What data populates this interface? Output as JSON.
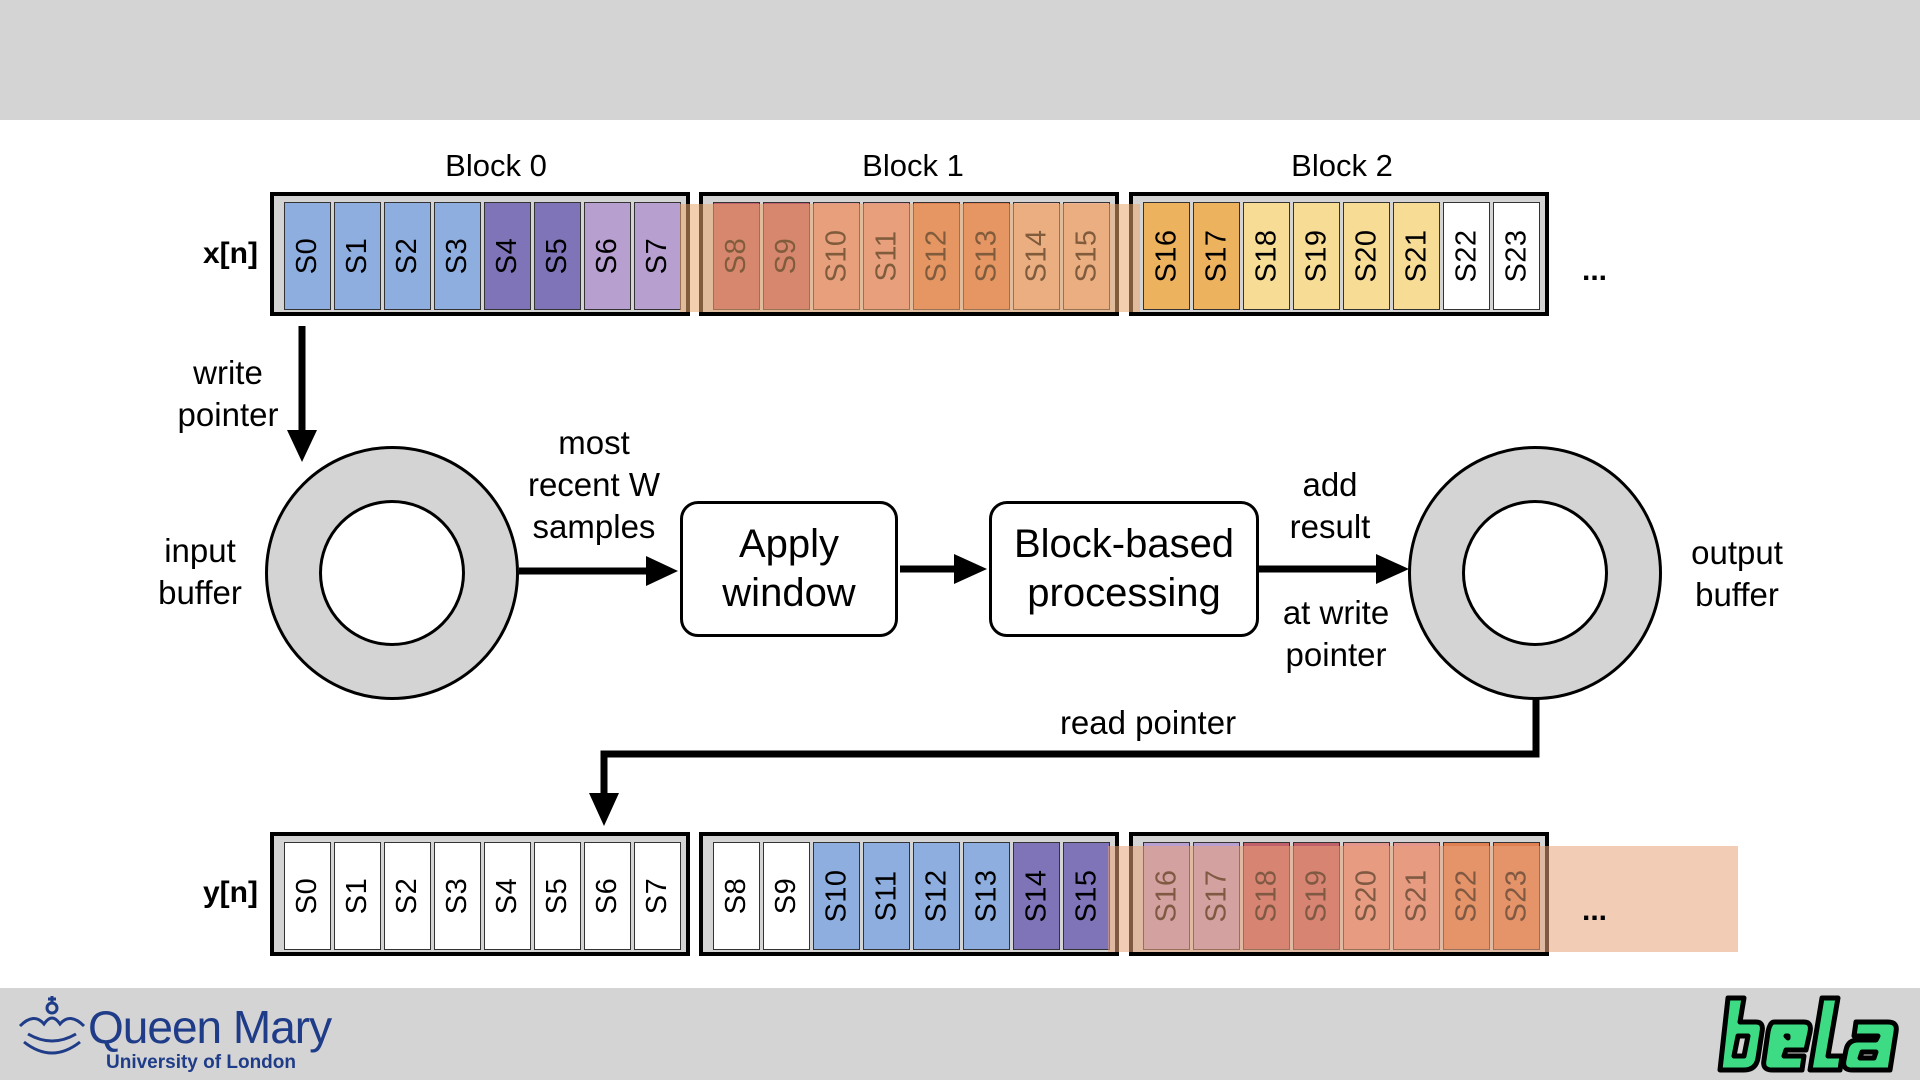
{
  "blocks": [
    {
      "label": "Block 0"
    },
    {
      "label": "Block 1"
    },
    {
      "label": "Block 2"
    }
  ],
  "xrow": {
    "label": "x[n]",
    "ellipsis": "...",
    "cells": [
      {
        "text": "S0",
        "color": "#8faee0",
        "overlay": false
      },
      {
        "text": "S1",
        "color": "#8faee0",
        "overlay": false
      },
      {
        "text": "S2",
        "color": "#8faee0",
        "overlay": false
      },
      {
        "text": "S3",
        "color": "#8faee0",
        "overlay": false
      },
      {
        "text": "S4",
        "color": "#7f74b8",
        "overlay": false
      },
      {
        "text": "S5",
        "color": "#7f74b8",
        "overlay": false
      },
      {
        "text": "S6",
        "color": "#b7a0cf",
        "overlay": false
      },
      {
        "text": "S7",
        "color": "#b7a0cf",
        "overlay": false
      },
      {
        "text": "S8",
        "color": "#c0616b",
        "overlay": true
      },
      {
        "text": "S9",
        "color": "#c0616b",
        "overlay": true
      },
      {
        "text": "S10",
        "color": "#e4968c",
        "overlay": true
      },
      {
        "text": "S11",
        "color": "#e4968c",
        "overlay": true
      },
      {
        "text": "S12",
        "color": "#df8153",
        "overlay": true
      },
      {
        "text": "S13",
        "color": "#df8153",
        "overlay": true
      },
      {
        "text": "S14",
        "color": "#edb595",
        "overlay": true
      },
      {
        "text": "S15",
        "color": "#edb595",
        "overlay": true
      },
      {
        "text": "S16",
        "color": "#ecb25e",
        "overlay": true
      },
      {
        "text": "S17",
        "color": "#ecb25e",
        "overlay": true
      },
      {
        "text": "S18",
        "color": "#f7dc96",
        "overlay": false
      },
      {
        "text": "S19",
        "color": "#f7dc96",
        "overlay": false
      },
      {
        "text": "S20",
        "color": "#f7dc96",
        "overlay": false
      },
      {
        "text": "S21",
        "color": "#f7dc96",
        "overlay": false
      },
      {
        "text": "S22",
        "color": "#ffffff",
        "overlay": false
      },
      {
        "text": "S23",
        "color": "#ffffff",
        "overlay": false
      }
    ]
  },
  "yrow": {
    "label": "y[n]",
    "ellipsis": "...",
    "cells": [
      {
        "text": "S0",
        "color": "#ffffff",
        "overlay": false
      },
      {
        "text": "S1",
        "color": "#ffffff",
        "overlay": false
      },
      {
        "text": "S2",
        "color": "#ffffff",
        "overlay": false
      },
      {
        "text": "S3",
        "color": "#ffffff",
        "overlay": false
      },
      {
        "text": "S4",
        "color": "#ffffff",
        "overlay": false
      },
      {
        "text": "S5",
        "color": "#ffffff",
        "overlay": false
      },
      {
        "text": "S6",
        "color": "#ffffff",
        "overlay": false
      },
      {
        "text": "S7",
        "color": "#ffffff",
        "overlay": false
      },
      {
        "text": "S8",
        "color": "#ffffff",
        "overlay": false
      },
      {
        "text": "S9",
        "color": "#ffffff",
        "overlay": false
      },
      {
        "text": "S10",
        "color": "#8faee0",
        "overlay": false
      },
      {
        "text": "S11",
        "color": "#8faee0",
        "overlay": false
      },
      {
        "text": "S12",
        "color": "#8faee0",
        "overlay": false
      },
      {
        "text": "S13",
        "color": "#8faee0",
        "overlay": false
      },
      {
        "text": "S14",
        "color": "#7f74b8",
        "overlay": false
      },
      {
        "text": "S15",
        "color": "#7f74b8",
        "overlay": true
      },
      {
        "text": "S16",
        "color": "#b7a0cf",
        "overlay": true
      },
      {
        "text": "S17",
        "color": "#b7a0cf",
        "overlay": true
      },
      {
        "text": "S18",
        "color": "#c0616b",
        "overlay": true
      },
      {
        "text": "S19",
        "color": "#c0616b",
        "overlay": true
      },
      {
        "text": "S20",
        "color": "#e4968c",
        "overlay": true
      },
      {
        "text": "S21",
        "color": "#e4968c",
        "overlay": true
      },
      {
        "text": "S22",
        "color": "#df8153",
        "overlay": true
      },
      {
        "text": "S23",
        "color": "#df8153",
        "overlay": true
      }
    ]
  },
  "labels": {
    "write_pointer": "write\npointer",
    "input_buffer": "input\nbuffer",
    "most_recent": "most\nrecent W\nsamples",
    "add_result": "add\nresult",
    "at_write_pointer": "at write\npointer",
    "output_buffer": "output\nbuffer",
    "read_pointer": "read pointer"
  },
  "boxes": {
    "apply_window": "Apply\nwindow",
    "block_processing": "Block-based\nprocessing"
  },
  "logos": {
    "qm_name": "Queen Mary",
    "qm_sub": "University of London",
    "bela": "bela"
  },
  "colors": {
    "overlay_x": "#e9a86f",
    "overlay_y": "#e9a37a",
    "bar": "#d4d4d4",
    "qm_blue": "#1f3c88",
    "bela_green": "#3ddc84"
  }
}
